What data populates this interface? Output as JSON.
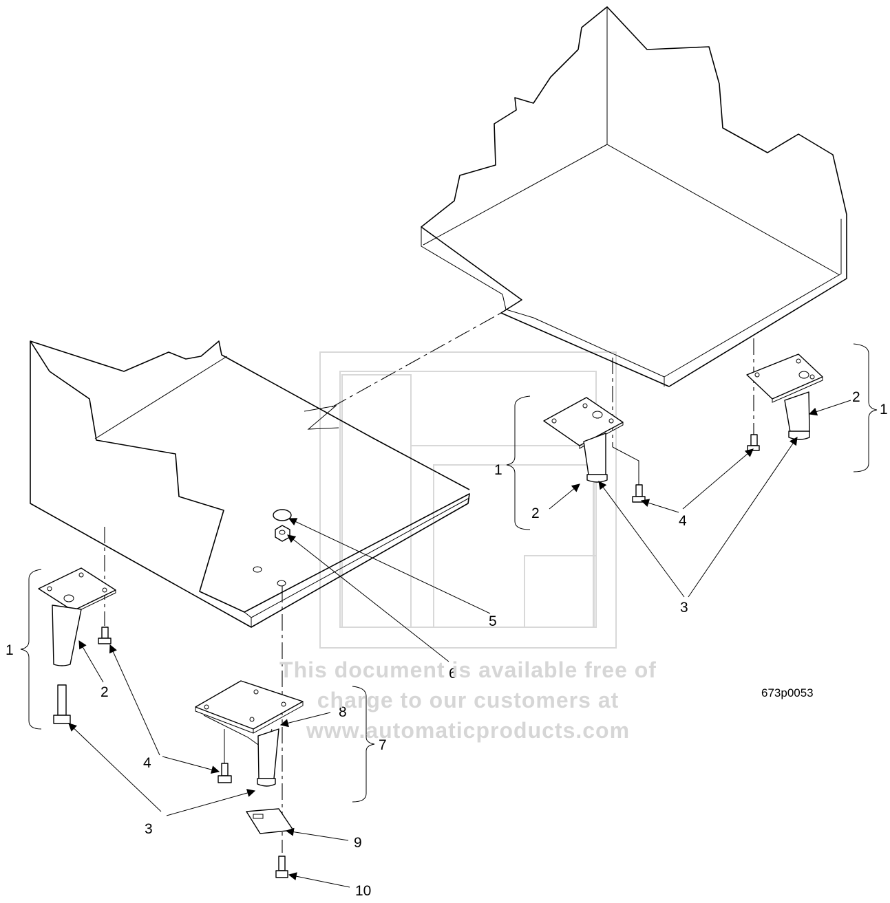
{
  "watermark": {
    "lines": [
      "This document is available free of",
      "charge to our customers at",
      "www.automaticproducts.com"
    ]
  },
  "drawing_code": "673p0053",
  "callouts": [
    {
      "id": "c1a",
      "label": "1"
    },
    {
      "id": "c1b",
      "label": "1"
    },
    {
      "id": "c1c",
      "label": "1"
    },
    {
      "id": "c2a",
      "label": "2"
    },
    {
      "id": "c2b",
      "label": "2"
    },
    {
      "id": "c2c",
      "label": "2"
    },
    {
      "id": "c3a",
      "label": "3"
    },
    {
      "id": "c3b",
      "label": "3"
    },
    {
      "id": "c4a",
      "label": "4"
    },
    {
      "id": "c4b",
      "label": "4"
    },
    {
      "id": "c5",
      "label": "5"
    },
    {
      "id": "c6",
      "label": "6"
    },
    {
      "id": "c7",
      "label": "7"
    },
    {
      "id": "c8",
      "label": "8"
    },
    {
      "id": "c9",
      "label": "9"
    },
    {
      "id": "c10",
      "label": "10"
    }
  ],
  "colors": {
    "line": "#000000",
    "watermark": "#d6d6d6",
    "background": "#ffffff"
  }
}
